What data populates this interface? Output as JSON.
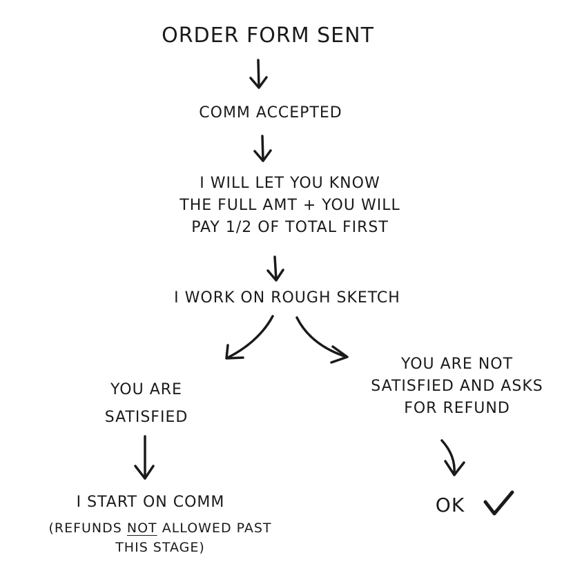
{
  "nodes": {
    "order_form": "Order form sent",
    "comm_accepted": "Comm accepted",
    "payment": [
      "I will let you know",
      "the full amt + you will",
      "pay 1/2 of total first"
    ],
    "rough_sketch": "I work on rough sketch",
    "satisfied": [
      "You are",
      "satisfied"
    ],
    "not_satisfied": [
      "You are not",
      "satisfied and asks",
      "for refund"
    ],
    "start_comm": "I start on comm",
    "refund_note": {
      "open": "(refunds",
      "emphasis": "not",
      "rest": "allowed past",
      "line2": "this stage)"
    },
    "ok": "OK",
    "check_symbol": "✓"
  },
  "colors": {
    "ink": "#1a1a1a",
    "background": "#ffffff"
  }
}
